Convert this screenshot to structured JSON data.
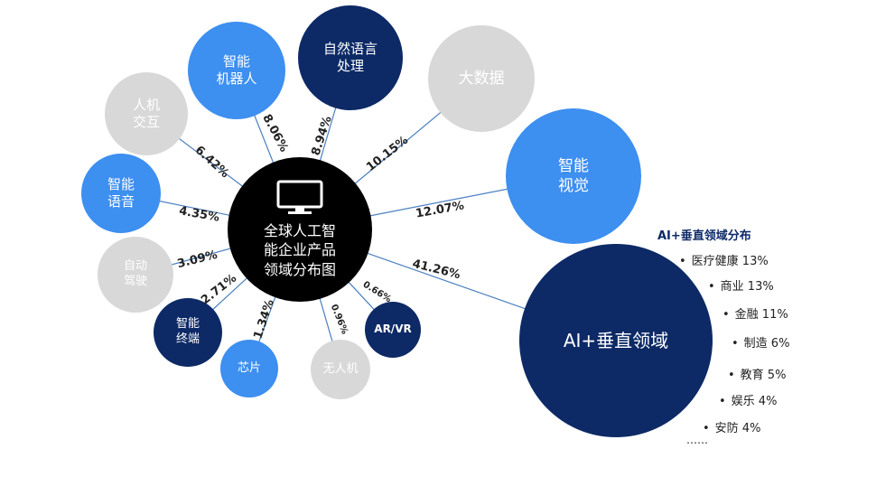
{
  "center": {
    "title": "全球人工智\n能企业产品\n领域分布图",
    "icon": "monitor-icon"
  },
  "nodes": [
    {
      "id": "ai-vertical",
      "label": "AI+垂直领域",
      "pct": "41.26%",
      "color": "#0d2a66"
    },
    {
      "id": "vision",
      "label": "智能\n视觉",
      "pct": "12.07%",
      "color": "#3d8ff0"
    },
    {
      "id": "bigdata",
      "label": "大数据",
      "pct": "10.15%",
      "color": "#d8d8d8"
    },
    {
      "id": "nlp",
      "label": "自然语言\n处理",
      "pct": "8.94%",
      "color": "#0d2a66"
    },
    {
      "id": "robot",
      "label": "智能\n机器人",
      "pct": "8.06%",
      "color": "#3d8ff0"
    },
    {
      "id": "hci",
      "label": "人机\n交互",
      "pct": "6.42%",
      "color": "#d8d8d8"
    },
    {
      "id": "voice",
      "label": "智能\n语音",
      "pct": "4.35%",
      "color": "#3d8ff0"
    },
    {
      "id": "autodrive",
      "label": "自动\n驾驶",
      "pct": "3.09%",
      "color": "#d8d8d8"
    },
    {
      "id": "terminal",
      "label": "智能\n终端",
      "pct": "2.71%",
      "color": "#0d2a66"
    },
    {
      "id": "chip",
      "label": "芯片",
      "pct": "1.34%",
      "color": "#3d8ff0"
    },
    {
      "id": "drone",
      "label": "无人机",
      "pct": "0.96%",
      "color": "#d8d8d8"
    },
    {
      "id": "arvr",
      "label": "AR/VR",
      "pct": "0.66%",
      "color": "#0d2a66"
    }
  ],
  "vertical_list": {
    "title": "AI+垂直领域分布",
    "items": [
      "医疗健康 13%",
      "商业 13%",
      "金融 11%",
      "制造 6%",
      "教育 5%",
      "娱乐 4%",
      "安防 4%"
    ],
    "more": "……"
  },
  "colors": {
    "navy": "#0d2a66",
    "blue": "#3d8ff0",
    "gray": "#d8d8d8",
    "line": "#4a7fc0"
  }
}
